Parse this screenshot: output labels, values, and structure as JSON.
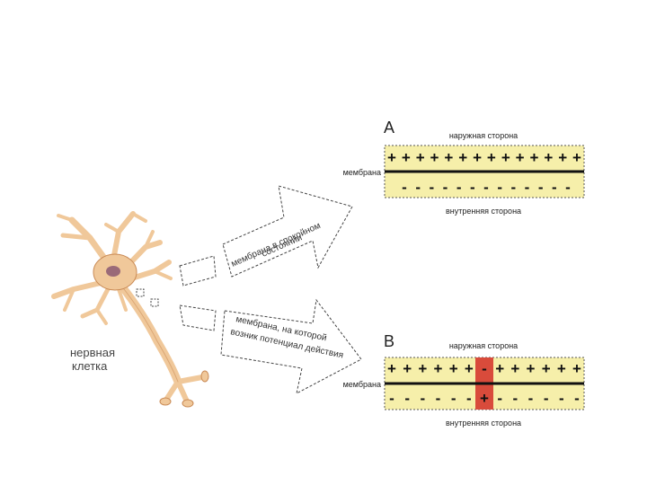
{
  "colors": {
    "membrane_band": "#f6efaa",
    "membrane_line": "#111111",
    "neuron_fill": "#f0c89a",
    "neuron_stroke": "#c98a55",
    "nucleus": "#9a6a78",
    "action_potential": "#d94b3b",
    "arrow_stroke": "#444444"
  },
  "neuron": {
    "label_line1": "нервная",
    "label_line2": "клетка"
  },
  "arrow_top": {
    "line1": "мембрана в спокойном",
    "line2": "состоянии"
  },
  "arrow_bottom": {
    "line1": "мембрана, на которой",
    "line2": "возник потенциал действия"
  },
  "panel_a": {
    "letter": "A",
    "outer_side": "наружная сторона",
    "inner_side": "внутренняя сторона",
    "membrane": "мембрана",
    "outer_signs": [
      "+",
      "+",
      "+",
      "+",
      "+",
      "+",
      "+",
      "+",
      "+",
      "+",
      "+",
      "+",
      "+",
      "+"
    ],
    "inner_signs": [
      "-",
      "-",
      "-",
      "-",
      "-",
      "-",
      "-",
      "-",
      "-",
      "-",
      "-",
      "-",
      "-"
    ]
  },
  "panel_b": {
    "letter": "B",
    "outer_side": "наружная сторона",
    "inner_side": "внутренняя сторона",
    "membrane": "мембрана",
    "outer_signs": [
      "+",
      "+",
      "+",
      "+",
      "+",
      "+",
      "-",
      "+",
      "+",
      "+",
      "+",
      "+",
      "+"
    ],
    "inner_signs": [
      "-",
      "-",
      "-",
      "-",
      "-",
      "-",
      "+",
      "-",
      "-",
      "-",
      "-",
      "-",
      "-"
    ],
    "active_index": 6
  }
}
